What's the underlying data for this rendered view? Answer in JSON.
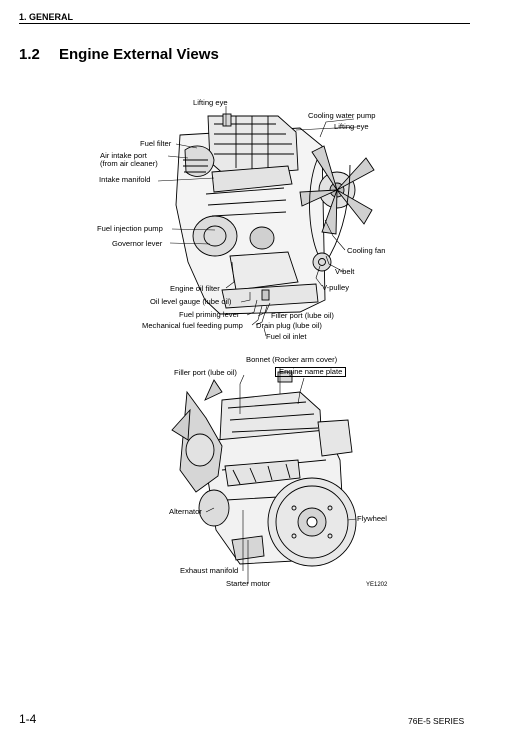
{
  "header": {
    "section": "1. GENERAL"
  },
  "title": {
    "number": "1.2",
    "text": "Engine External Views"
  },
  "figure1": {
    "labels": {
      "lifting_eye_left": "Lifting eye",
      "cooling_water_pump": "Cooling water pump",
      "lifting_eye_right": "Lifting eye",
      "fuel_filter": "Fuel filter",
      "air_intake_port": "Air intake port",
      "air_intake_port_sub": "(from air cleaner)",
      "intake_manifold": "Intake manifold",
      "fuel_injection_pump": "Fuel injection pump",
      "governor_lever": "Governor lever",
      "cooling_fan": "Cooling fan",
      "v_belt": "V-belt",
      "engine_oil_filter": "Engine oil filter",
      "v_pulley": "V-pulley",
      "oil_level_gauge": "Oil level gauge (lube oil)",
      "fuel_priming_lever": "Fuel priming lever",
      "filler_port_lube": "Filler port (lube oil)",
      "mechanical_fuel_pump": "Mechanical fuel feeding pump",
      "drain_plug": "Drain plug  (lube oil)",
      "fuel_oil_inlet": "Fuel oil inlet"
    }
  },
  "figure2": {
    "labels": {
      "bonnet": "Bonnet (Rocker arm cover)",
      "filler_port": "Filler port (lube oil)",
      "engine_name_plate": "Engine name plate",
      "alternator": "Alternator",
      "flywheel": "Flywheel",
      "exhaust_manifold": "Exhaust manifold",
      "starter_motor": "Starter motor"
    },
    "code": "YE1202"
  },
  "footer": {
    "page": "1-4",
    "series": "76E-5 SERIES"
  }
}
